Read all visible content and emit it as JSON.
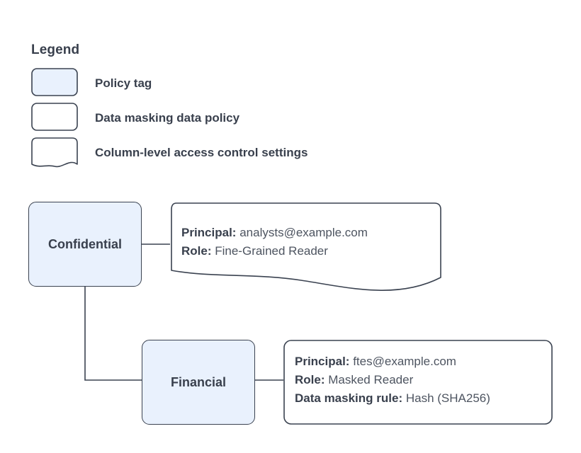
{
  "legend": {
    "title": "Legend",
    "items": [
      {
        "label": "Policy tag",
        "swatch": "rounded-rect-filled"
      },
      {
        "label": "Data masking data policy",
        "swatch": "rounded-rect-outline"
      },
      {
        "label": "Column-level access control settings",
        "swatch": "document-wavy-outline"
      }
    ]
  },
  "diagram": {
    "nodes": [
      {
        "id": "confidential",
        "label": "Confidential"
      },
      {
        "id": "financial",
        "label": "Financial"
      }
    ],
    "callouts": [
      {
        "id": "confidential-access",
        "shape": "document-wavy-outline",
        "lines": [
          {
            "key": "Principal:",
            "value": "analysts@example.com"
          },
          {
            "key": "Role:",
            "value": "Fine-Grained Reader"
          }
        ]
      },
      {
        "id": "financial-policy",
        "shape": "rounded-rect-outline",
        "lines": [
          {
            "key": "Principal:",
            "value": "ftes@example.com"
          },
          {
            "key": "Role:",
            "value": "Masked Reader"
          },
          {
            "key": "Data masking rule:",
            "value": "Hash (SHA256)"
          }
        ]
      }
    ]
  },
  "colors": {
    "node_fill": "#e9f1fd",
    "stroke": "#3a4250",
    "text": "#39404d",
    "value_text": "#4d5460",
    "background": "#ffffff"
  }
}
